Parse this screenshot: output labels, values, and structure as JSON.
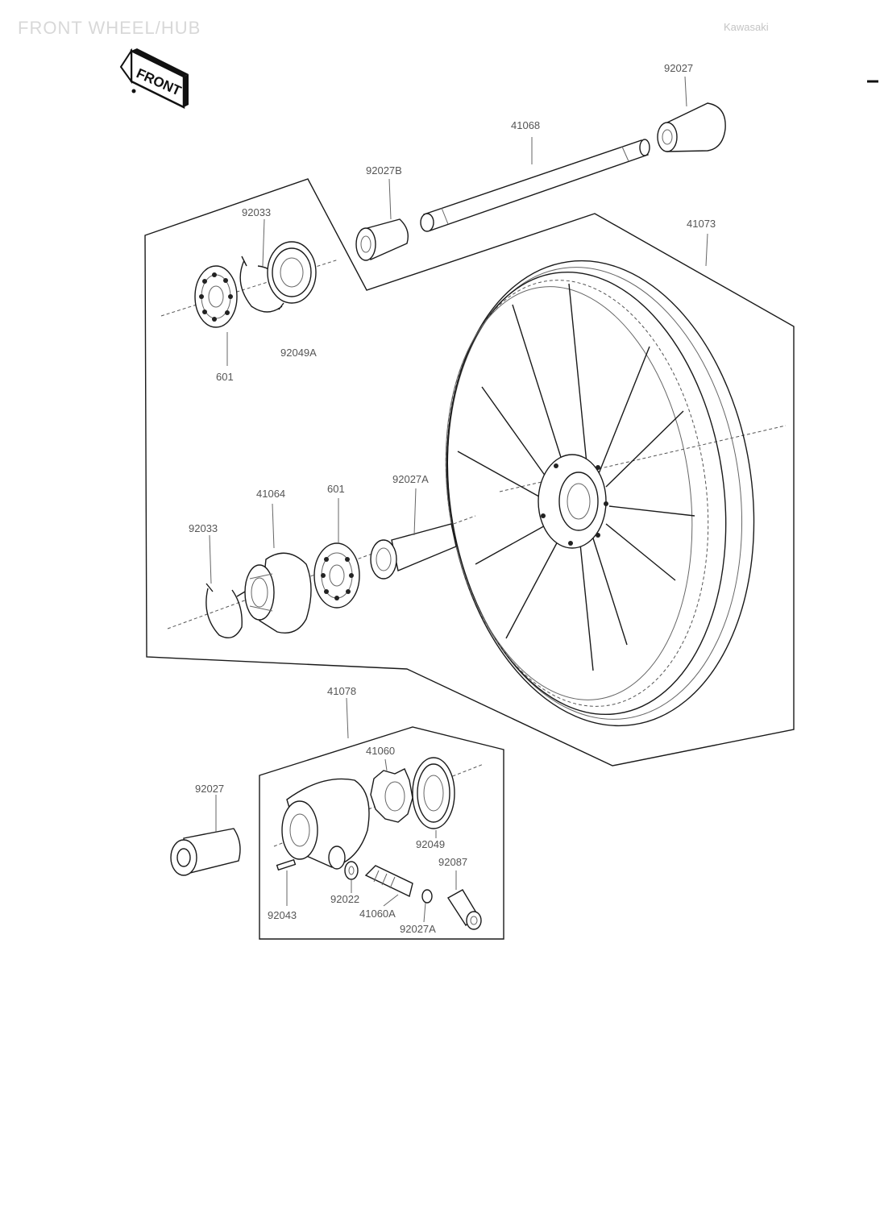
{
  "page": {
    "title": "FRONT WHEEL/HUB",
    "code": "Kawasaki"
  },
  "front_badge": "FRONT",
  "parts": {
    "axle_collar_right": "92027",
    "axle": "41068",
    "collar_b": "92027B",
    "circlip_top": "92033",
    "wheel": "41073",
    "bearing_top": "601",
    "oil_seal_top": "92049A",
    "collar_a": "92027A",
    "coupling": "41064",
    "bearing_mid": "601",
    "circlip_mid": "92033",
    "gear_housing": "41078",
    "drive_gear": "41060",
    "collar_bottom": "92027",
    "seal_bottom": "92049",
    "pin": "92043",
    "washer": "92022",
    "pinion_gear": "41060A",
    "collar_a_bottom": "92027A",
    "bushing": "92087"
  }
}
